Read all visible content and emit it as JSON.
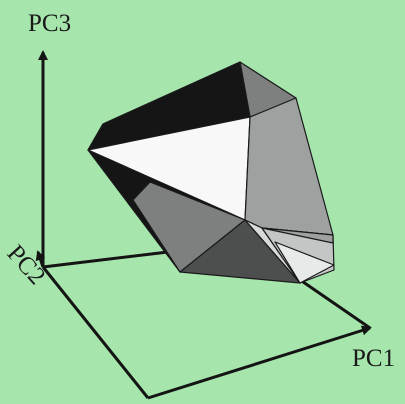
{
  "figure": {
    "background_color": "#a6e6ad",
    "ink_color": "#141414",
    "axes": {
      "pc1_label": "PC1",
      "pc2_label": "PC2",
      "pc3_label": "PC3"
    },
    "facet_colors": {
      "white": "#f7f8f7",
      "light": "#dadcdb",
      "mid": "#a8abaa",
      "gray": "#7d807f",
      "dark": "#4d4f4e",
      "black": "#151515"
    }
  }
}
